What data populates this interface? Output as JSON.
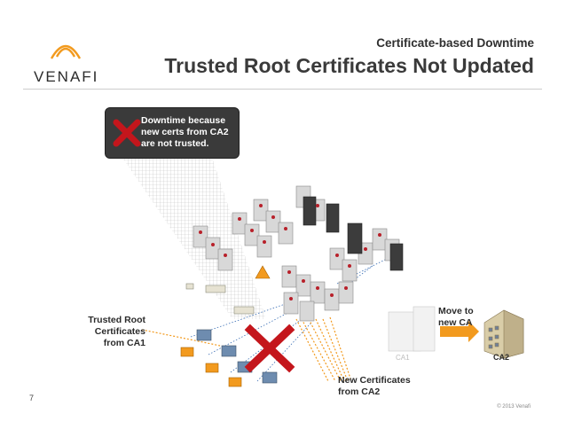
{
  "slide": {
    "subtitle": "Certificate-based Downtime",
    "title": "Trusted Root Certificates Not Updated",
    "logo_text": "VENAFI",
    "callout": "Downtime because new certs from CA2 are not trusted.",
    "label_trusted_root": "Trusted Root Certificates from CA1",
    "label_new_certs": "New Certificates from CA2",
    "label_move": "Move to new CA",
    "label_ca1": "CA1",
    "label_ca2": "CA2",
    "page_number": "7",
    "footer": "© 2013 Venafi"
  },
  "colors": {
    "brand_orange": "#f29a1e",
    "red_x": "#c4161c",
    "callout_bg": "#3a3a3a"
  }
}
